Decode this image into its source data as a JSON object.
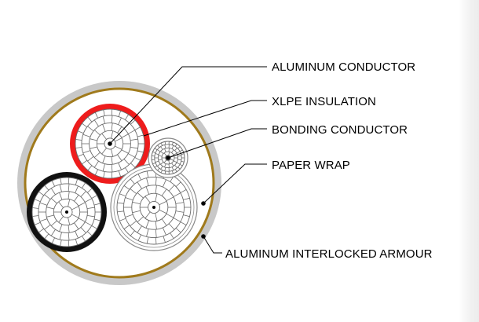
{
  "labels": {
    "aluminum_conductor": "ALUMINUM CONDUCTOR",
    "xlpe_insulation": "XLPE INSULATION",
    "bonding_conductor": "BONDING CONDUCTOR",
    "paper_wrap": "PAPER WRAP",
    "aluminum_interlocked_armour": "ALUMINUM INTERLOCKED ARMOUR"
  },
  "colors": {
    "outer_jacket": "#c8c8c8",
    "armour": "#a07a1c",
    "insulation_red": "#ee1c1c",
    "insulation_black": "#111111",
    "strand_line": "#6a6a6a",
    "paper_wrap_line": "#8a8a8a"
  }
}
